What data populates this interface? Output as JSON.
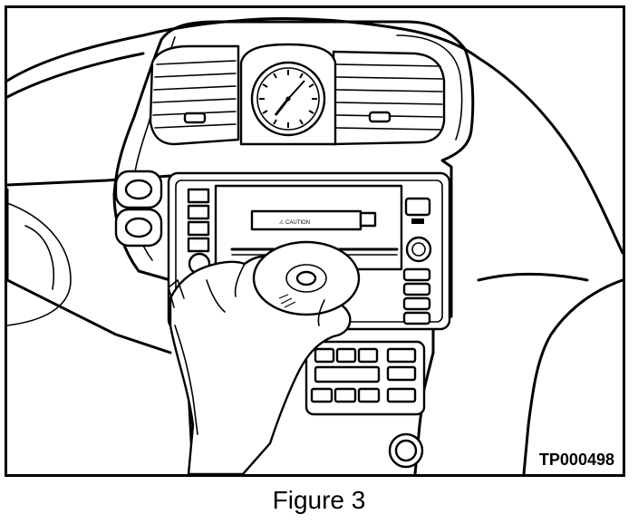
{
  "figure": {
    "code": "TP000498",
    "caption": "Figure 3",
    "caution_label": "⚠ CAUTION"
  }
}
